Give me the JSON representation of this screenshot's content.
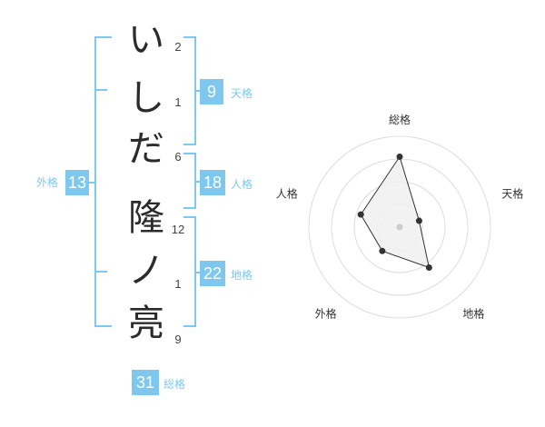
{
  "name": {
    "surname": [
      {
        "char": "い",
        "strokes": "2"
      },
      {
        "char": "し",
        "strokes": "1"
      },
      {
        "char": "だ",
        "strokes": "6"
      }
    ],
    "given": [
      {
        "char": "隆",
        "strokes": "12"
      },
      {
        "char": "ノ",
        "strokes": "1"
      },
      {
        "char": "亮",
        "strokes": "9"
      }
    ]
  },
  "kaku": {
    "ten": {
      "value": "9",
      "label": "天格"
    },
    "jin": {
      "value": "18",
      "label": "人格"
    },
    "chi": {
      "value": "22",
      "label": "地格"
    },
    "gai": {
      "value": "13",
      "label": "外格"
    },
    "so": {
      "value": "31",
      "label": "総格"
    }
  },
  "radar": {
    "axes": [
      "総格",
      "天格",
      "地格",
      "外格",
      "人格"
    ],
    "values": [
      31,
      9,
      22,
      13,
      18
    ],
    "max": 40,
    "rings": 4,
    "colors": {
      "accent": "#7ec8f0",
      "grid": "#dddddd",
      "fill": "#f0f0f0",
      "line": "#333333"
    }
  }
}
